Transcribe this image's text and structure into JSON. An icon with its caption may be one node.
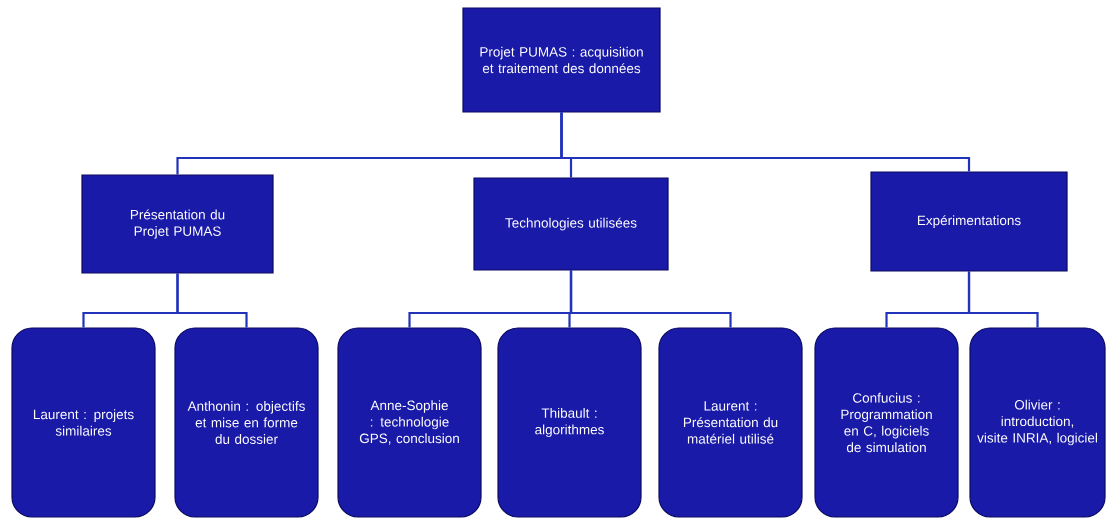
{
  "diagram": {
    "nodes": [
      {
        "text": [
          "Projet PUMAS : acquisition et traitement des données"
        ]
      },
      {
        "text": [
          "Présentation du Projet PUMAS"
        ]
      },
      {
        "text": [
          "Technologies utilisées"
        ]
      },
      {
        "text": [
          "Expérimentations"
        ]
      },
      {
        "text": [
          "Laurent : projets similaires"
        ]
      },
      {
        "text": [
          "Anthonin : objectifs et mise en forme du dossier"
        ]
      },
      {
        "text": [
          "Anne-Sophie : technologie GPS, conclusion"
        ]
      },
      {
        "text": [
          "Thibault : algorithmes"
        ]
      },
      {
        "text": [
          "Laurent : Présentation du matériel utilisé"
        ]
      },
      {
        "text": [
          "Confucius : Programmation en C, logiciels de simulation"
        ]
      },
      {
        "text": [
          "Olivier : introduction, visite INRIA, logiciel"
        ]
      }
    ],
    "edges": [
      {
        "from": 0,
        "to": 1,
        "arrow": "none"
      },
      {
        "from": 0,
        "to": 2,
        "arrow": "none"
      },
      {
        "from": 0,
        "to": 3,
        "arrow": "none"
      },
      {
        "from": 1,
        "to": 4,
        "arrow": "none"
      },
      {
        "from": 1,
        "to": 5,
        "arrow": "none"
      },
      {
        "from": 2,
        "to": 6,
        "arrow": "none"
      },
      {
        "from": 2,
        "to": 7,
        "arrow": "none"
      },
      {
        "from": 2,
        "to": 8,
        "arrow": "none"
      },
      {
        "from": 3,
        "to": 9,
        "arrow": "none"
      },
      {
        "from": 3,
        "to": 10,
        "arrow": "none"
      }
    ]
  }
}
